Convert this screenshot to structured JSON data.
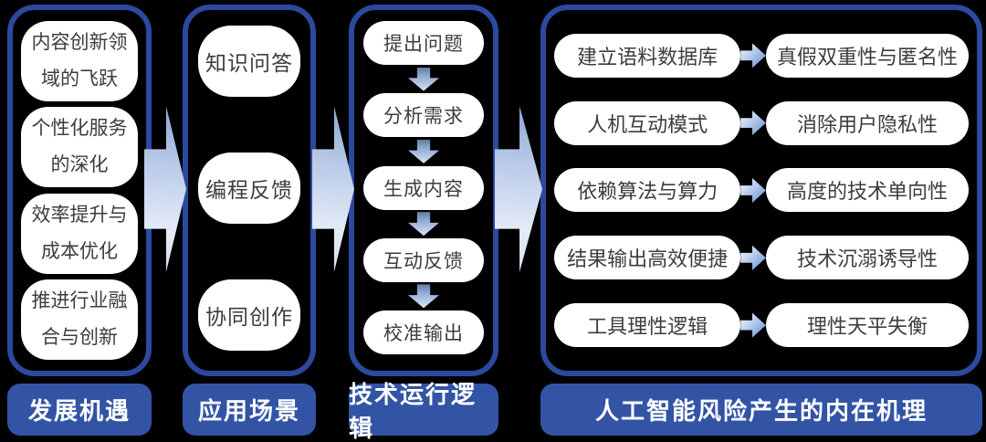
{
  "colors": {
    "background": "#000000",
    "panel_border": "#2b4a9e",
    "label_background": "#3354a5",
    "label_text": "#ffffff",
    "pill_background": "#ffffff",
    "pill_text": "#3d3d3d",
    "arrow_dark": "#8ca6d4",
    "arrow_light": "#e8eef8"
  },
  "icons": {
    "flow_arrow": "right-arrow-3d",
    "step_arrow": "down-arrow-gradient",
    "mapping_arrow": "right-arrow-gradient"
  },
  "columns": [
    {
      "label": "发展机遇",
      "items": [
        "内容创新领\n域的飞跃",
        "个性化服务\n的深化",
        "效率提升与\n成本优化",
        "推进行业融\n合与创新"
      ]
    },
    {
      "label": "应用场景",
      "items": [
        "知识问答",
        "编程反馈",
        "协同创作"
      ]
    },
    {
      "label": "技术运行逻辑",
      "items": [
        "提出问题",
        "分析需求",
        "生成内容",
        "互动反馈",
        "校准输出"
      ]
    },
    {
      "label": "人工智能风险产生的内在机理",
      "rows": [
        {
          "left": "建立语料数据库",
          "right": "真假双重性与匿名性"
        },
        {
          "left": "人机互动模式",
          "right": "消除用户隐私性"
        },
        {
          "left": "依赖算法与算力",
          "right": "高度的技术单向性"
        },
        {
          "left": "结果输出高效便捷",
          "right": "技术沉溺诱导性"
        },
        {
          "left": "工具理性逻辑",
          "right": "理性天平失衡"
        }
      ]
    }
  ]
}
